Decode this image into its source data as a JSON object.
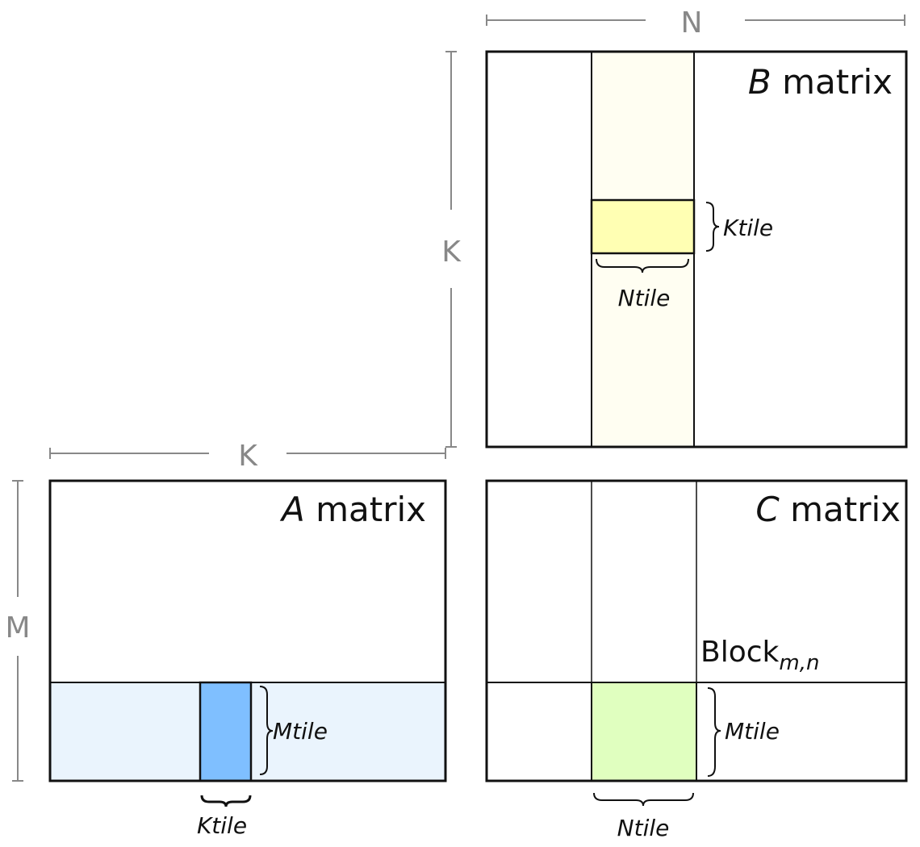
{
  "dimensions": {
    "n": "N",
    "k_top": "K",
    "k_left": "K",
    "m": "M"
  },
  "b_matrix": {
    "title_var": "B",
    "title_word": " matrix",
    "ktile_label": "Ktile",
    "ntile_label": "Ntile"
  },
  "a_matrix": {
    "title_var": "A",
    "title_word": " matrix",
    "mtile_label": "Mtile",
    "ktile_label": "Ktile"
  },
  "c_matrix": {
    "title_var": "C",
    "title_word": " matrix",
    "block_label": "Block",
    "block_subscript": "m,n",
    "mtile_label": "Mtile",
    "ntile_label": "Ntile"
  },
  "colors": {
    "b_column_band": "#fffef2",
    "b_tile": "#ffffb3",
    "a_row_band": "#eaf4fd",
    "a_tile": "#7fbfff",
    "c_tile": "#e0ffbf"
  }
}
